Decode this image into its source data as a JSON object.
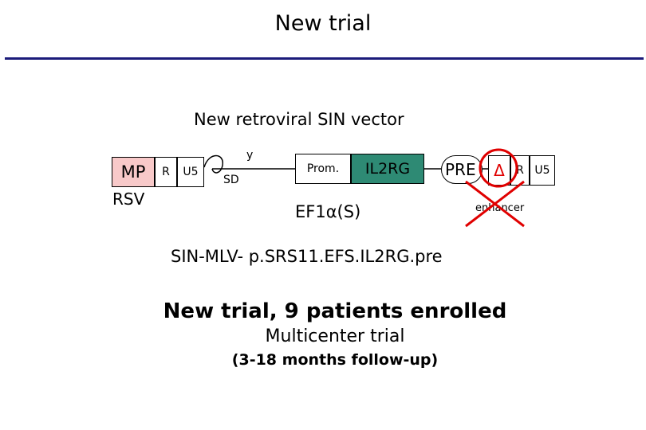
{
  "header": {
    "title": "New trial"
  },
  "vector": {
    "title": "New retroviral SIN vector",
    "ltr5": {
      "mp": "MP",
      "r": "R",
      "u5": "U5",
      "rsv": "RSV"
    },
    "psi": "y",
    "sd": "SD",
    "promoter": "Prom.",
    "promoter_name": "EF1α(S)",
    "gene": "IL2RG",
    "pre": "PRE",
    "ltr3": {
      "delta": "Δ",
      "r": "R",
      "u5": "U5"
    },
    "enhancer": "enhancer",
    "name": "SIN-MLV- p.SRS11.EFS.IL2RG.pre"
  },
  "trial": {
    "headline": "New trial, 9 patients enrolled",
    "type": "Multicenter trial",
    "followup": "(3-18 months follow-up)"
  },
  "colors": {
    "rule": "#1b1b7a",
    "mp_fill": "#f8c9c9",
    "gene_fill": "#2e8a74",
    "strike": "#e00000"
  }
}
